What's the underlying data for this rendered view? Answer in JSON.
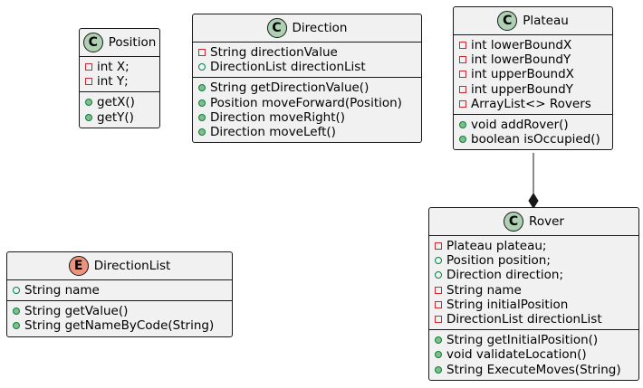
{
  "classes": [
    {
      "id": "position",
      "name": "Position",
      "stereotype": "C",
      "fields": [
        {
          "visibility": "private",
          "text": "int X;"
        },
        {
          "visibility": "private",
          "text": "int Y;"
        }
      ],
      "methods": [
        {
          "visibility": "public",
          "text": "getX()"
        },
        {
          "visibility": "public",
          "text": "getY()"
        }
      ]
    },
    {
      "id": "direction",
      "name": "Direction",
      "stereotype": "C",
      "fields": [
        {
          "visibility": "private",
          "text": "String directionValue"
        },
        {
          "visibility": "public",
          "text": "DirectionList directionList"
        }
      ],
      "methods": [
        {
          "visibility": "public",
          "text": "String getDirectionValue()"
        },
        {
          "visibility": "public",
          "text": "Position moveForward(Position)"
        },
        {
          "visibility": "public",
          "text": "Direction moveRight()"
        },
        {
          "visibility": "public",
          "text": "Direction moveLeft()"
        }
      ]
    },
    {
      "id": "plateau",
      "name": "Plateau",
      "stereotype": "C",
      "fields": [
        {
          "visibility": "private",
          "text": "int lowerBoundX"
        },
        {
          "visibility": "private",
          "text": "int lowerBoundY"
        },
        {
          "visibility": "private",
          "text": "int upperBoundX"
        },
        {
          "visibility": "private",
          "text": "int upperBoundY"
        },
        {
          "visibility": "private",
          "text": "ArrayList<> Rovers"
        }
      ],
      "methods": [
        {
          "visibility": "public",
          "text": "void addRover()"
        },
        {
          "visibility": "public",
          "text": "boolean isOccupied()"
        }
      ]
    },
    {
      "id": "directionlist",
      "name": "DirectionList",
      "stereotype": "E",
      "fields": [
        {
          "visibility": "public",
          "text": "String name"
        }
      ],
      "methods": [
        {
          "visibility": "public",
          "text": "String getValue()"
        },
        {
          "visibility": "public",
          "text": "String getNameByCode(String)"
        }
      ]
    },
    {
      "id": "rover",
      "name": "Rover",
      "stereotype": "C",
      "fields": [
        {
          "visibility": "private",
          "text": "Plateau plateau;"
        },
        {
          "visibility": "public",
          "text": "Position position;"
        },
        {
          "visibility": "public",
          "text": "Direction direction;"
        },
        {
          "visibility": "private",
          "text": "String name"
        },
        {
          "visibility": "private",
          "text": "String initialPosition"
        },
        {
          "visibility": "private",
          "text": "DirectionList directionList"
        }
      ],
      "methods": [
        {
          "visibility": "public",
          "text": "String getInitialPosition()"
        },
        {
          "visibility": "public",
          "text": "void validateLocation()"
        },
        {
          "visibility": "public",
          "text": "String ExecuteMoves(String)"
        }
      ]
    }
  ],
  "relations": [
    {
      "from": "plateau",
      "to": "rover",
      "type": "composition"
    }
  ],
  "colors": {
    "class_fill": "#f1f1f1",
    "border": "#181818",
    "class_badge": "#add1b2",
    "enum_badge": "#eb937f",
    "private": "#c82930",
    "public": "#038048"
  }
}
